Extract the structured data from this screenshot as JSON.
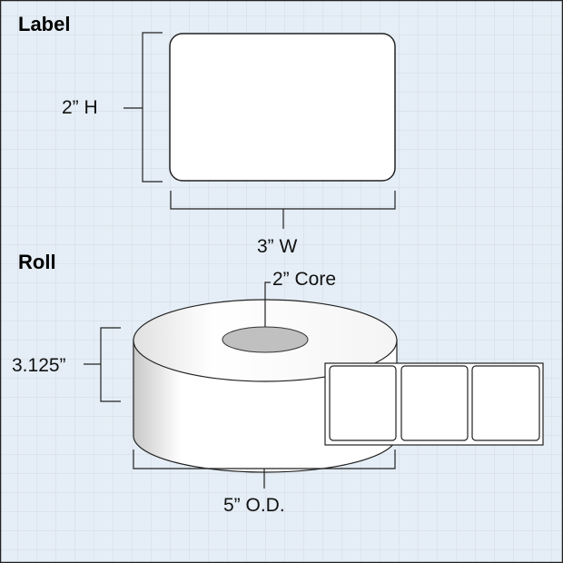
{
  "label_section": {
    "title": "Label",
    "height_text": "2” H",
    "width_text": "3” W"
  },
  "roll_section": {
    "title": "Roll",
    "core_text": "2” Core",
    "width_text": "3.125”",
    "outer_diameter_text": "5” O.D."
  },
  "colors": {
    "background": "#e5eef6",
    "grid": "#d4d8e2",
    "core": "#c0c0c0"
  }
}
